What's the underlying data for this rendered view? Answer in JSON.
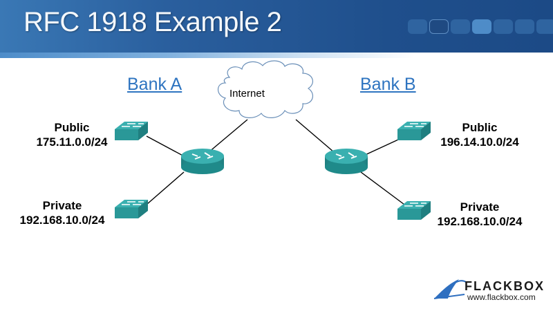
{
  "slide": {
    "title": "RFC 1918 Example 2"
  },
  "diagram": {
    "cloud_label": "Internet",
    "bank_a": {
      "label": "Bank A",
      "public": {
        "heading": "Public",
        "subnet": "175.11.0.0/24"
      },
      "private": {
        "heading": "Private",
        "subnet": "192.168.10.0/24"
      }
    },
    "bank_b": {
      "label": "Bank B",
      "public": {
        "heading": "Public",
        "subnet": "196.14.10.0/24"
      },
      "private": {
        "heading": "Private",
        "subnet": "192.168.10.0/24"
      }
    },
    "colors": {
      "device": "#2e9c9c",
      "device_top": "#3cb3b3",
      "link": "#000000",
      "bank_label": "#2e74c0"
    }
  },
  "logo": {
    "name": "FLACKBOX",
    "url": "www.flackbox.com"
  }
}
